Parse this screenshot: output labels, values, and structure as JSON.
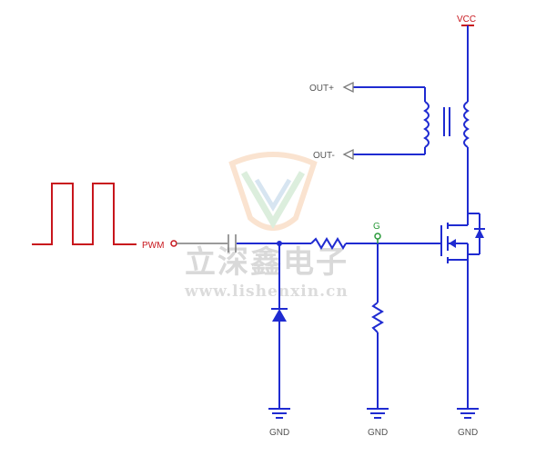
{
  "labels": {
    "vcc": "VCC",
    "out_plus": "OUT+",
    "out_minus": "OUT-",
    "pwm": "PWM",
    "gate": "G",
    "gnd": "GND"
  },
  "watermark": {
    "company": "立深鑫电子",
    "url": "www.lishenxin.cn"
  },
  "colors": {
    "wire": "#1f2bd1",
    "pwm_signal": "#c8161d",
    "label": "#555555",
    "gate_node": "#2a9a3a",
    "watermark": "#d9d9d9"
  }
}
